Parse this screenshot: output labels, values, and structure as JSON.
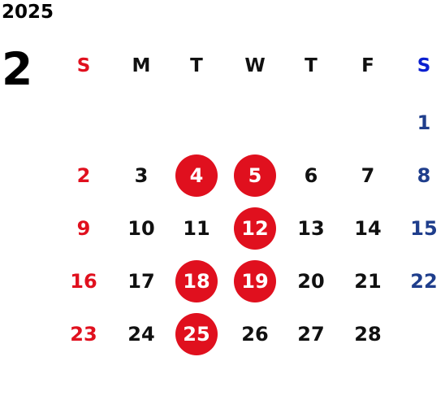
{
  "year": "2025",
  "month": "2",
  "colors": {
    "sunday": "#e0101e",
    "saturday_header": "#0a1fd0",
    "saturday": "#1f3e8c",
    "weekday": "#111111",
    "highlight": "#e0101e"
  },
  "weekdays": [
    "S",
    "M",
    "T",
    "W",
    "T",
    "F",
    "S"
  ],
  "weeks": [
    [
      "",
      "",
      "",
      "",
      "",
      "",
      "1"
    ],
    [
      "2",
      "3",
      "4",
      "5",
      "6",
      "7",
      "8"
    ],
    [
      "9",
      "10",
      "11",
      "12",
      "13",
      "14",
      "15"
    ],
    [
      "16",
      "17",
      "18",
      "19",
      "20",
      "21",
      "22"
    ],
    [
      "23",
      "24",
      "25",
      "26",
      "27",
      "28",
      ""
    ]
  ],
  "highlighted_days": [
    "4",
    "5",
    "12",
    "18",
    "19",
    "25"
  ]
}
